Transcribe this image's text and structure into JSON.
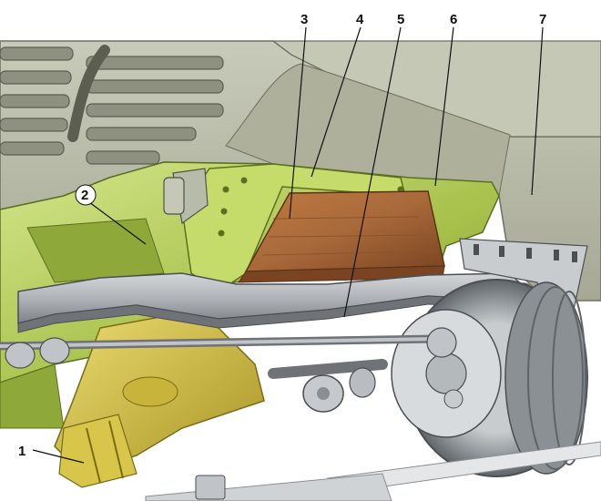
{
  "callouts": {
    "c1": "1",
    "c2": "2",
    "c3": "3",
    "c4": "4",
    "c5": "5",
    "c6": "6",
    "c7": "7"
  },
  "colors": {
    "body_panel": "#b9bba8",
    "body_shadow": "#8e9180",
    "engine_green": "#a6c04a",
    "engine_green_light": "#d4e58a",
    "engine_green_dark": "#6f8a26",
    "crossmember_gray": "#b8bcc0",
    "crossmember_dark": "#7d8186",
    "skid_wood": "#a8693a",
    "skid_wood_dark": "#7a4422",
    "tire_gray": "#9aa0a4",
    "tire_dark": "#5e6468",
    "gearbox_yellow": "#d8c64a",
    "gearbox_dark": "#a89426"
  }
}
